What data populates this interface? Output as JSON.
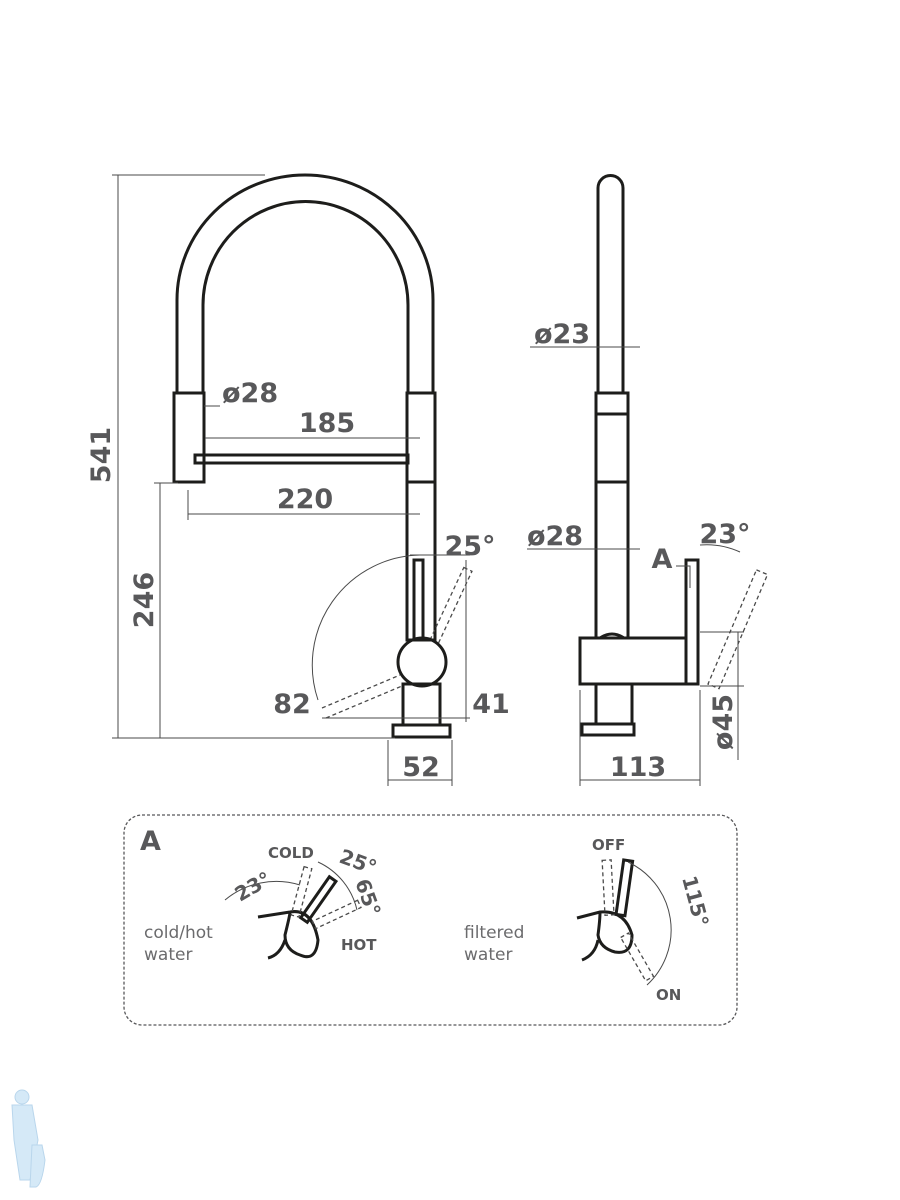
{
  "front_view": {
    "total_height": "541",
    "spout_height": "246",
    "head_diameter": "ø28",
    "reach_inner": "185",
    "reach_outer": "220",
    "lever_angle": "25°",
    "handle_swing": "82",
    "handle_depth": "41",
    "base_width": "52"
  },
  "side_view": {
    "tube_diameter": "ø23",
    "body_diameter": "ø28",
    "detail_marker": "A",
    "lever_angle": "23°",
    "depth": "113",
    "base_diameter": "ø45"
  },
  "detail": {
    "title": "A",
    "mixer": {
      "label_line1": "cold/hot",
      "label_line2": "water",
      "cold": "COLD",
      "hot": "HOT",
      "angle_back": "23°",
      "angle_cold": "25°",
      "angle_hot": "65°"
    },
    "filter": {
      "label_line1": "filtered",
      "label_line2": "water",
      "off": "OFF",
      "on": "ON",
      "angle": "115°"
    }
  }
}
